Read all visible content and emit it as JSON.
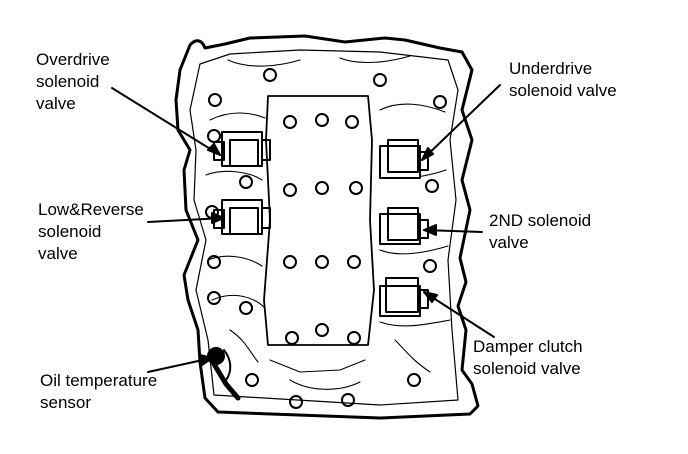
{
  "labels": {
    "overdrive": [
      "Overdrive",
      "solenoid",
      "valve"
    ],
    "underdrive": [
      "Underdrive",
      "solenoid valve"
    ],
    "low_reverse": [
      "Low&Reverse",
      "solenoid",
      "valve"
    ],
    "second": [
      "2ND solenoid",
      "valve"
    ],
    "damper": [
      "Damper clutch",
      "solenoid valve"
    ],
    "oil_temp": [
      "Oil temperature",
      "sensor"
    ]
  },
  "colors": {
    "ink": "#000000",
    "paper": "#ffffff"
  }
}
